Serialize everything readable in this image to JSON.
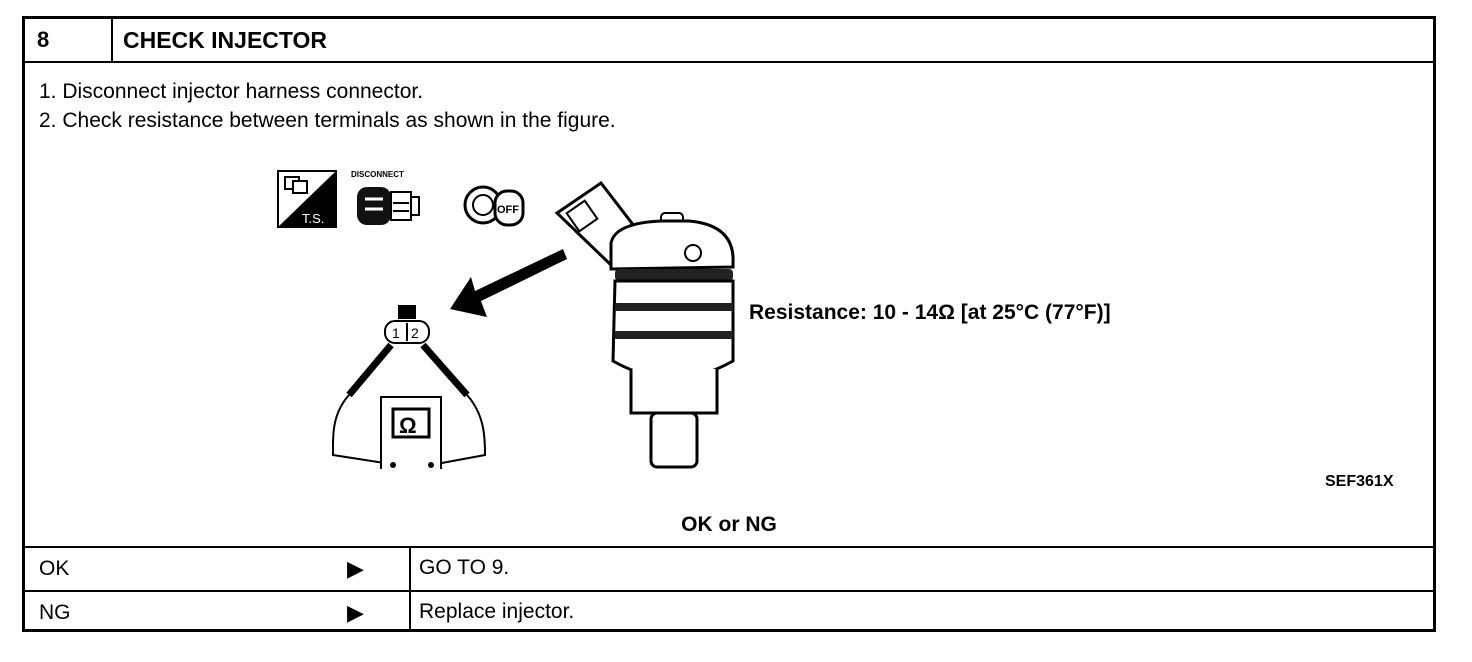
{
  "header": {
    "step_number": "8",
    "title": "CHECK INJECTOR"
  },
  "steps": [
    "1.  Disconnect injector harness connector.",
    "2.  Check resistance between terminals as shown in the figure."
  ],
  "figure": {
    "icons": {
      "ts_label": "T.S.",
      "disconnect_label": "DISCONNECT",
      "off_label": "OFF"
    },
    "connector_terminals": [
      "1",
      "2"
    ],
    "meter_symbol": "Ω",
    "resistance_text": "Resistance: 10 - 14Ω  [at 25°C (77°F)]",
    "code": "SEF361X"
  },
  "result_heading": "OK or NG",
  "results": [
    {
      "condition": "OK",
      "action": "GO TO 9."
    },
    {
      "condition": "NG",
      "action": "Replace injector."
    }
  ],
  "arrow_glyph": "▶"
}
